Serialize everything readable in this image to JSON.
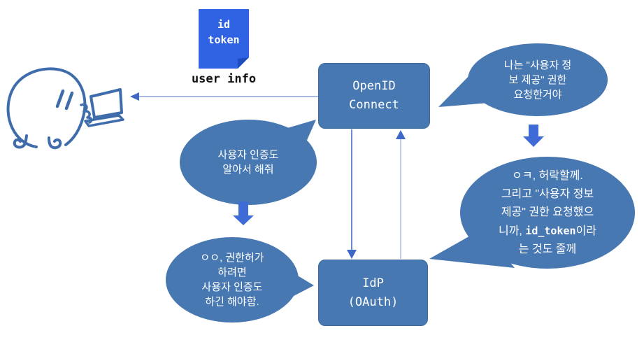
{
  "colors": {
    "shape_blue": "#4878b2",
    "bright_blue": "#2f63e3",
    "block_arrow_blue": "#3e6bd5",
    "sketch_blue": "#3f6dab",
    "text_dark": "#111111"
  },
  "note": {
    "text": "id\ntoken"
  },
  "labels": {
    "user_info": "user info"
  },
  "nodes": {
    "openid": {
      "label": "OpenID\nConnect"
    },
    "idp": {
      "label": "IdP\n(OAuth)"
    }
  },
  "bubbles": {
    "request_scope": {
      "text": "나는 \"사용자 정\n보 제공\" 권한\n요청한거야"
    },
    "auth_request": {
      "text": "사용자 인증도\n알아서 해줘"
    },
    "auth_agree": {
      "text": "ㅇㅇ, 권한허가\n하려면\n사용자 인증도\n하긴 해야함."
    },
    "token_grant": {
      "before": "ㅇㅋ, 허락할께.\n그리고 \"사용자 정보\n제공\" 권한 요청했으\n니까, ",
      "code": "id_token",
      "after": "이라\n는 것도 줄께"
    }
  }
}
